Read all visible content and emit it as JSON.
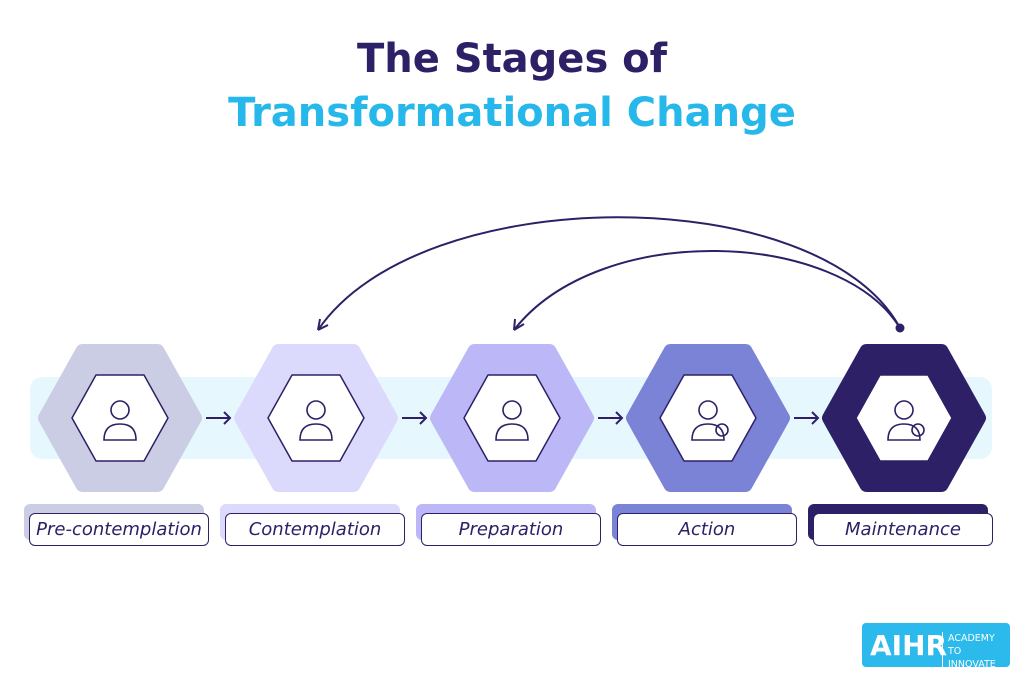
{
  "title": {
    "line1": "The Stages of",
    "line2": "Transformational Change"
  },
  "stages": [
    {
      "label": "Pre-contemplation",
      "icon": "frustrated-person-icon",
      "color": "#cacde3"
    },
    {
      "label": "Contemplation",
      "icon": "thinking-person-idea-icon",
      "color": "#dcdafc"
    },
    {
      "label": "Preparation",
      "icon": "planning-person-icon",
      "color": "#bcb8f8"
    },
    {
      "label": "Action",
      "icon": "working-person-gear-icon",
      "color": "#7b83d6"
    },
    {
      "label": "Maintenance",
      "icon": "monitor-gear-icon",
      "color": "#2e2066"
    }
  ],
  "logo": {
    "name": "AIHR",
    "tagline1": "ACADEMY TO",
    "tagline2": "INNOVATE HR"
  }
}
